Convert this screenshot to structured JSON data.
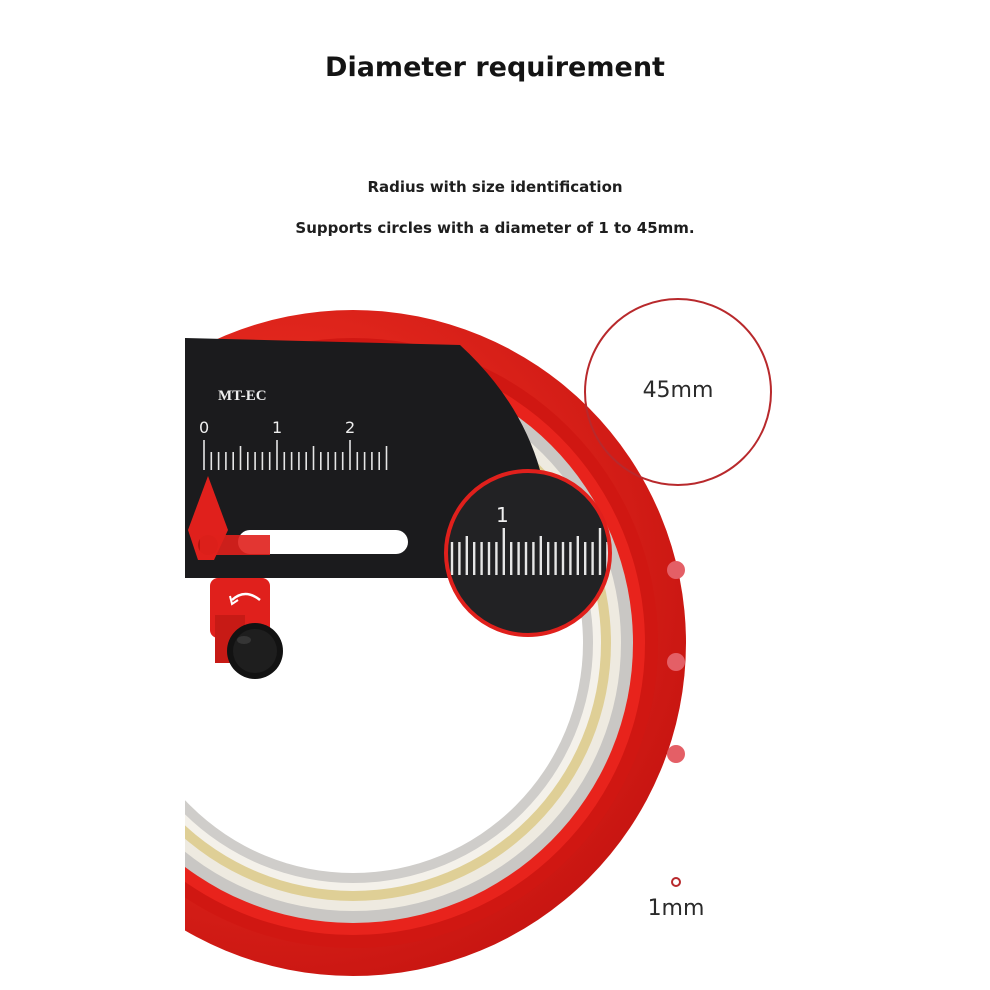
{
  "heading": {
    "title": "Diameter requirement",
    "line1": "Radius with size identification",
    "line2": "Supports circles with a diameter of 1 to 45mm."
  },
  "product": {
    "brand": "MT-EC",
    "scale_labels": [
      "0",
      "1",
      "2"
    ],
    "zoom_label": "1"
  },
  "sizes": {
    "max_label": "45mm",
    "min_label": "1mm"
  },
  "colors": {
    "accent_red": "#e0201c",
    "dark_red": "#b8292c",
    "dot_pink": "#e45f66",
    "tool_black": "#1b1b1d"
  }
}
